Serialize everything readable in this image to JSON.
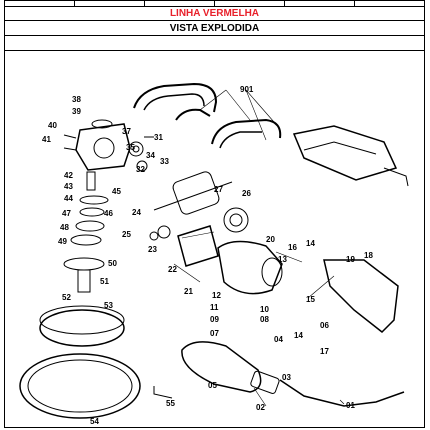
{
  "header": {
    "product_line": "LINHA VERMELHA",
    "section_title": "VISTA EXPLODIDA"
  },
  "colors": {
    "product_line": "#e8202a"
  },
  "part_labels": [
    "901",
    "38",
    "39",
    "37",
    "40",
    "41",
    "31",
    "35",
    "34",
    "33",
    "32",
    "42",
    "43",
    "45",
    "44",
    "47",
    "46",
    "48",
    "49",
    "24",
    "25",
    "23",
    "27",
    "26",
    "20",
    "16",
    "14",
    "13",
    "19",
    "18",
    "22",
    "50",
    "51",
    "52",
    "53",
    "21",
    "12",
    "11",
    "10",
    "15",
    "09",
    "08",
    "07",
    "06",
    "04",
    "14",
    "17",
    "05",
    "03",
    "55",
    "54",
    "02",
    "01"
  ]
}
